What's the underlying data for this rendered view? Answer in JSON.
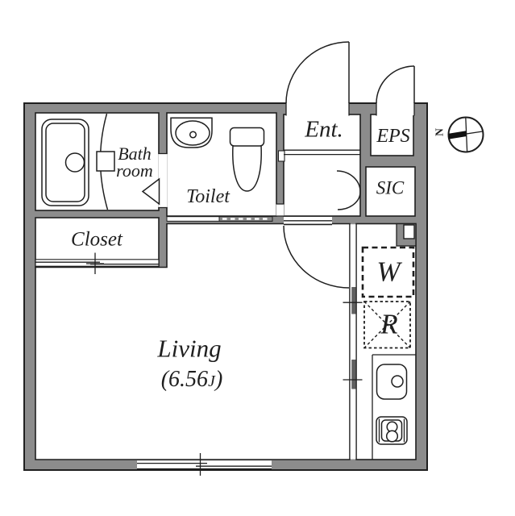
{
  "floorplan": {
    "rooms": {
      "bathroom": {
        "label_line1": "Bath",
        "label_line2": "room"
      },
      "toilet": {
        "label": "Toilet"
      },
      "entrance": {
        "label": "Ent."
      },
      "eps": {
        "label": "EPS"
      },
      "sic": {
        "label": "SIC"
      },
      "closet": {
        "label": "Closet"
      },
      "living": {
        "label": "Living",
        "area_prefix": "(6.56",
        "area_unit": "J",
        "area_suffix": ")"
      },
      "kitchen": {
        "washer_label": "W",
        "refrigerator_label": "R"
      }
    },
    "compass": {
      "north_label": "N"
    },
    "colors": {
      "wall": "#8c8c8c",
      "line": "#1f1f1f",
      "background": "#ffffff",
      "divider_dark": "#606060"
    }
  }
}
